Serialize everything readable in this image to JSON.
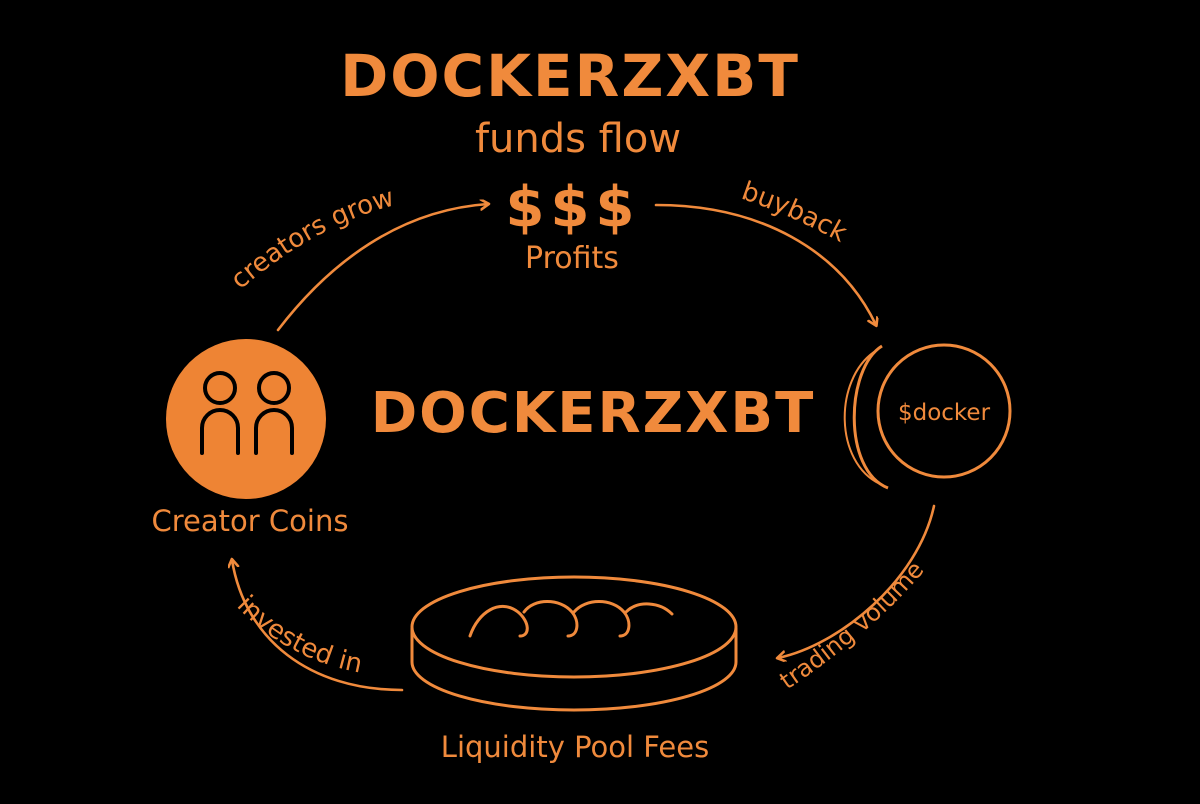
{
  "title": "DOCKERZXBT",
  "subtitle": "funds flow",
  "center_label": "DOCKERZXBT",
  "nodes": {
    "profits": {
      "symbol": "$$$",
      "label": "Profits"
    },
    "token": {
      "label": "$docker"
    },
    "pool": {
      "label": "Liquidity Pool Fees"
    },
    "creators": {
      "label": "Creator Coins"
    }
  },
  "edges": {
    "creators_to_profits": "creators grow",
    "profits_to_token": "buyback",
    "token_to_pool": "trading volume",
    "pool_to_creators": "invested in"
  },
  "colors": {
    "background": "#000000",
    "accent": "#f08a3c",
    "accent_fill": "#ee8434"
  }
}
